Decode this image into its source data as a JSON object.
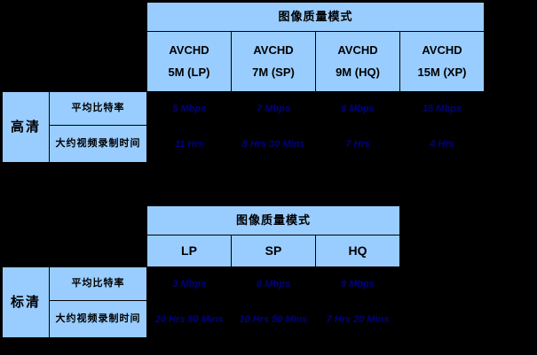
{
  "page": {
    "background_color": "#000000",
    "cell_fill_color": "#99ccff",
    "cell_border_color": "#000000",
    "value_text_color": "#000080",
    "header_text_color": "#000000"
  },
  "tables": [
    {
      "id": "hd",
      "group_label": "高清",
      "header_title": "图像质量模式",
      "modes": [
        {
          "line1": "AVCHD",
          "line2": "5M (LP)"
        },
        {
          "line1": "AVCHD",
          "line2": "7M (SP)"
        },
        {
          "line1": "AVCHD",
          "line2": "9M (HQ)"
        },
        {
          "line1": "AVCHD",
          "line2": "15M (XP)"
        }
      ],
      "rows": [
        {
          "label": "平均比特率",
          "values": [
            "5 Mbps",
            "7 Mbps",
            "9 Mbps",
            "15 Mbps"
          ]
        },
        {
          "label": "大约视频录制时间",
          "values": [
            "11 Hrs",
            "8 Hrs 30 Mins",
            "7 Hrs",
            "4 Hrs"
          ]
        }
      ]
    },
    {
      "id": "sd",
      "group_label": "标清",
      "header_title": "图像质量模式",
      "modes": [
        {
          "line1": "LP",
          "line2": ""
        },
        {
          "line1": "SP",
          "line2": ""
        },
        {
          "line1": "HQ",
          "line2": ""
        }
      ],
      "rows": [
        {
          "label": "平均比特率",
          "values": [
            "3 Mbps",
            "6 Mbps",
            "9 Mbps"
          ]
        },
        {
          "label": "大约视频录制时间",
          "values": [
            "20 Hrs 50 Mins",
            "10 Hrs 50 Mins",
            "7 Hrs 20 Mins"
          ]
        }
      ]
    }
  ]
}
